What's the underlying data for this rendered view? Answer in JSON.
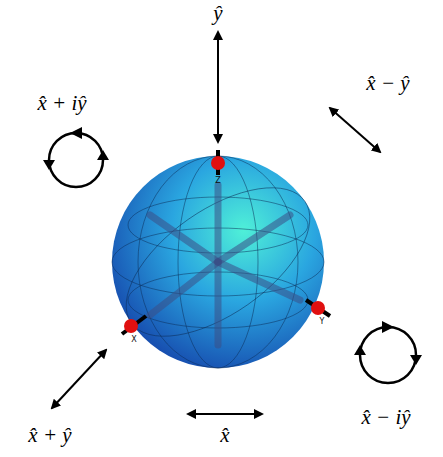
{
  "diagram": {
    "labels": [
      "ŷ",
      "x̂ − ŷ",
      "x̂ + iŷ",
      "x̂ − iŷ",
      "x̂ + ŷ",
      "x̂",
      "Z",
      "X",
      "Y"
    ]
  }
}
